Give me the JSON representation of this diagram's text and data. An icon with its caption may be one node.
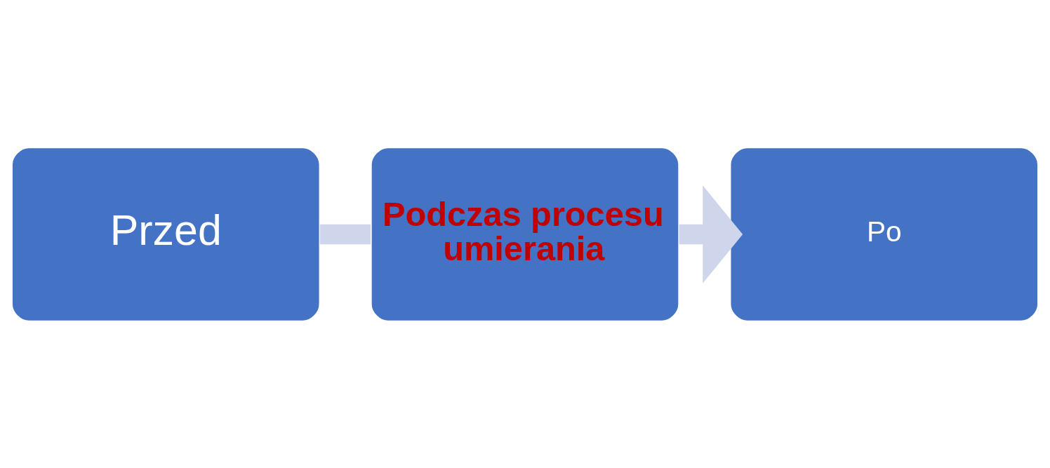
{
  "diagram": {
    "nodes": [
      {
        "text": [
          "Przed"
        ]
      },
      {
        "text": [
          "Podczas procesu umierania"
        ]
      },
      {
        "text": [
          "Po"
        ]
      }
    ],
    "edges": [
      {
        "from": 0,
        "to": 1,
        "arrow": "none"
      },
      {
        "from": 1,
        "to": 2,
        "arrow": "to"
      }
    ]
  }
}
